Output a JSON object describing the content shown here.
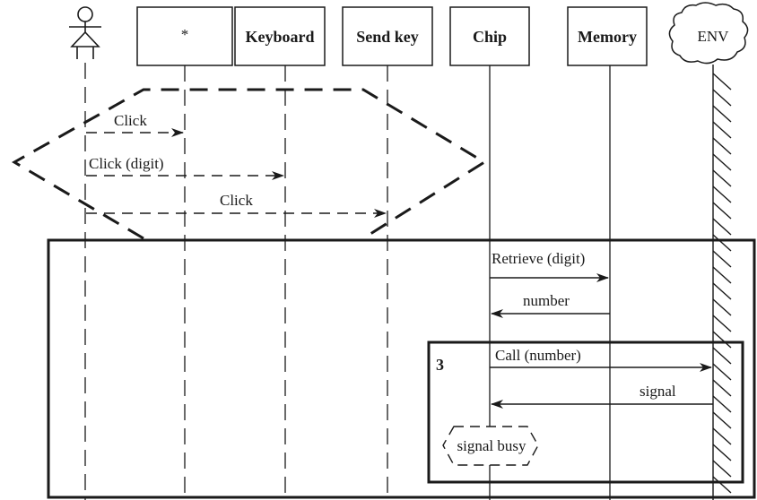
{
  "participants": {
    "user": {
      "icon": "stick-figure-icon"
    },
    "star": {
      "label": "*"
    },
    "keyboard": {
      "label": "Keyboard"
    },
    "send_key": {
      "label": "Send key"
    },
    "chip": {
      "label": "Chip"
    },
    "memory": {
      "label": "Memory"
    },
    "env": {
      "label": "ENV"
    }
  },
  "messages": {
    "click1": "Click",
    "click_digit": "Click (digit)",
    "click2": "Click",
    "retrieve": "Retrieve (digit)",
    "number": "number",
    "call": "Call (number)",
    "signal": "signal"
  },
  "frames": {
    "inner_label": "3"
  },
  "states": {
    "signal_busy": "signal busy"
  },
  "colors": {
    "stroke": "#1a1a1a",
    "background": "#ffffff"
  }
}
